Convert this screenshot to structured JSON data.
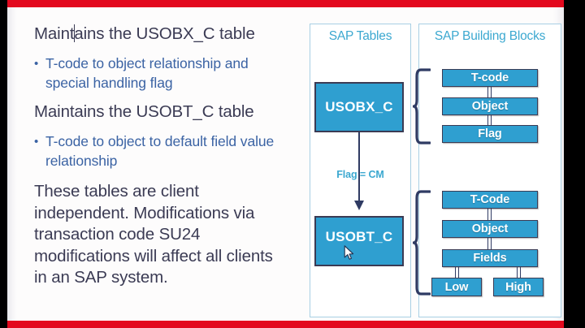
{
  "slide": {
    "accent_color": "#e3091e",
    "background_color": "#fdfcfc",
    "heading_color": "#3b3b54",
    "bullet_color": "#3b63a4",
    "panel_border_color": "#a8cfe4",
    "panel_title_color": "#3ba8d0",
    "box_fill_color": "#2f9fd0",
    "box_border_color": "#3b3b54"
  },
  "content": {
    "lead_1_before_caret": "Maint",
    "lead_1_after_caret": "ains the USOBX_C table",
    "lead_1_full": "Maintains the USOBX_C table",
    "bullet_1": "T-code to object relationship and special handling flag",
    "lead_2": "Maintains the USOBT_C table",
    "bullet_2": "T-code to object to default field value relationship",
    "paragraph": "These tables are client independent.  Modifications via transaction code SU24 modifications will affect all clients in an SAP system.",
    "bullet_glyph": "•"
  },
  "diagram": {
    "tables_panel": {
      "title": "SAP Tables",
      "boxes": [
        {
          "label": "USOBX_C"
        },
        {
          "label": "USOBT_C"
        }
      ],
      "flow_label": "Flag = CM",
      "arrow_direction": "down"
    },
    "blocks_panel": {
      "title": "SAP Building Blocks",
      "group_top": [
        "T-code",
        "Object",
        "Flag"
      ],
      "group_bottom": [
        "T-Code",
        "Object",
        "Fields"
      ],
      "group_bottom_leaves": [
        "Low",
        "High"
      ]
    }
  },
  "cursor": {
    "pointer_icon": "mouse-pointer-icon",
    "text_caret_icon": "text-caret-icon"
  }
}
